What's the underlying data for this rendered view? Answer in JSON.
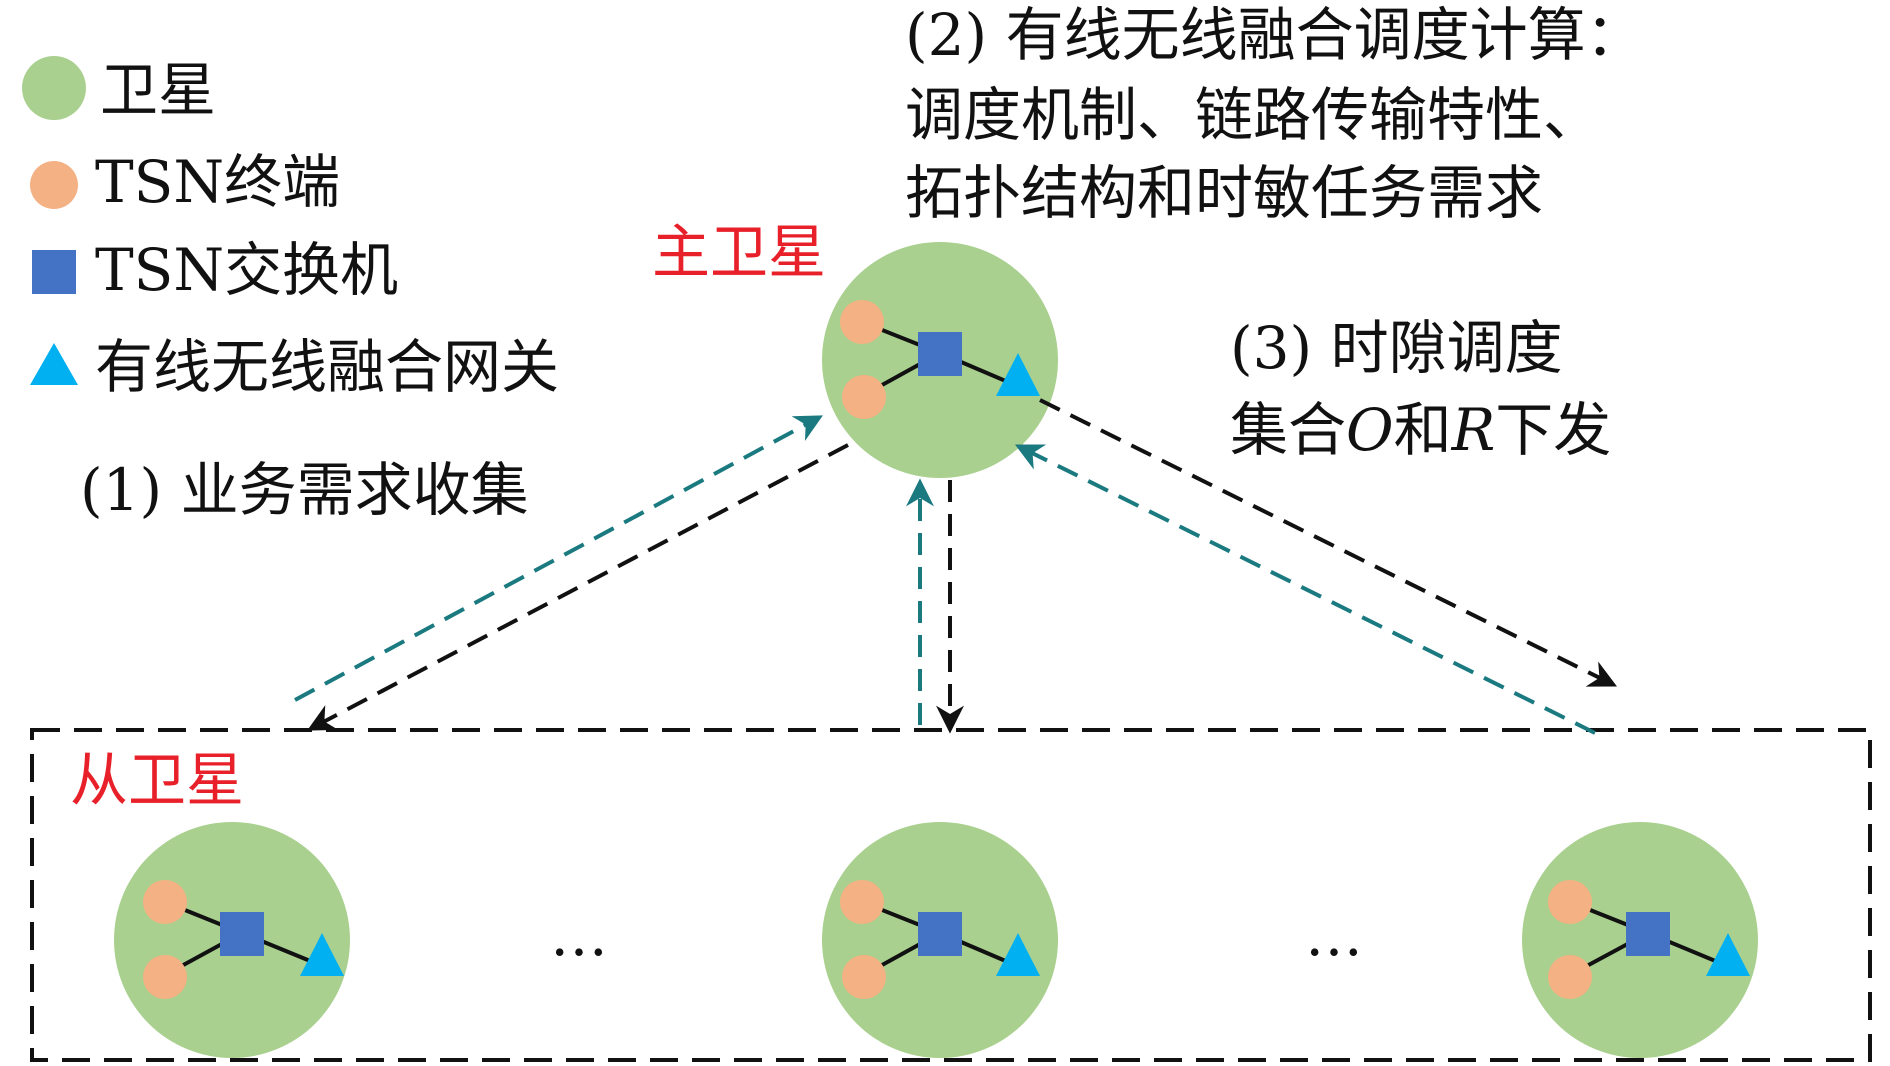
{
  "colors": {
    "satellite": "#a9d08e",
    "terminal": "#f4b183",
    "switch": "#4472c4",
    "gateway": "#00b0f0",
    "request_arrow": "#1a7a80",
    "downlink_arrow": "#111111",
    "label_red": "#e8202a"
  },
  "legend": {
    "satellite": "卫星",
    "terminal": "TSN终端",
    "switch": "TSN交换机",
    "gateway": "有线无线融合网关"
  },
  "labels": {
    "main_satellite": "主卫星",
    "sub_satellite": "从卫星",
    "ellipsis": "…"
  },
  "steps": {
    "step1": "(1) 业务需求收集",
    "step2_line1": "(2) 有线无线融合调度计算：",
    "step2_line2": "调度机制、链路传输特性、",
    "step2_line3": "拓扑结构和时敏任务需求",
    "step3_line1": "(3) 时隙调度",
    "step3_line2_pre": "集合",
    "step3_O": "O",
    "step3_mid": "和",
    "step3_R": "R",
    "step3_post": "下发"
  }
}
